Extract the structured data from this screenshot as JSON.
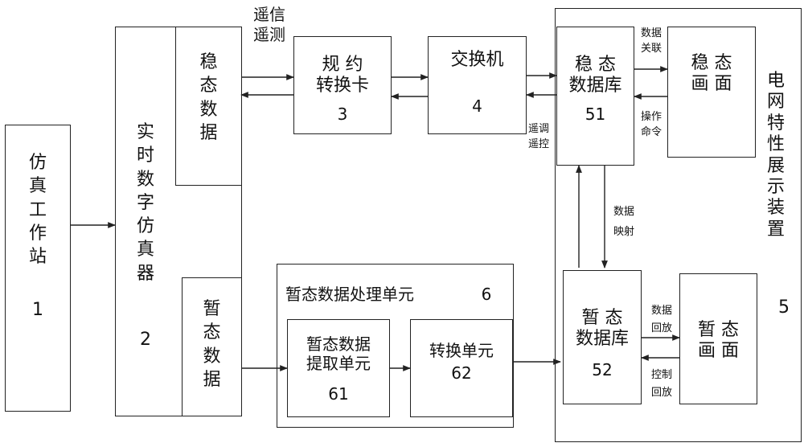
{
  "blocks": {
    "sim_workstation": {
      "text": "仿\n真\n工\n作\n站",
      "num": "1"
    },
    "rt_simulator": {
      "text": "实\n时\n数\n字\n仿\n真\n器",
      "num": "2"
    },
    "steady_data": "稳\n态\n数\n据",
    "transient_data": "暂\n态\n数\n据",
    "protocol_card": {
      "text": "规  约\n转换卡",
      "num": "3"
    },
    "switch": {
      "text": "交换机",
      "num": "4"
    },
    "display_device": {
      "text": "电\n网\n特\n性\n展\n示\n装\n置",
      "num": "5"
    },
    "steady_db": {
      "text": "稳  态\n数据库",
      "num": "51"
    },
    "steady_screen": "稳    态\n画    面",
    "transient_db": {
      "text": "暂  态\n数据库",
      "num": "52"
    },
    "transient_screen": "暂    态\n画    面",
    "transient_unit": {
      "text": "暂态数据处理单元",
      "num": "6"
    },
    "extract_unit": {
      "text": "暂态数据\n提取单元",
      "num": "61"
    },
    "convert_unit": {
      "text": "转换单元",
      "num": "62"
    }
  },
  "labels": {
    "telesignal": "遥信\n遥测",
    "data_link": "数据\n关联",
    "op_cmd": "操作\n命令",
    "remote_ctrl": "遥调\n遥控",
    "data_map": "数据\n映射",
    "data_replay": "数据\n回放",
    "ctrl_replay": "控制\n回放"
  }
}
